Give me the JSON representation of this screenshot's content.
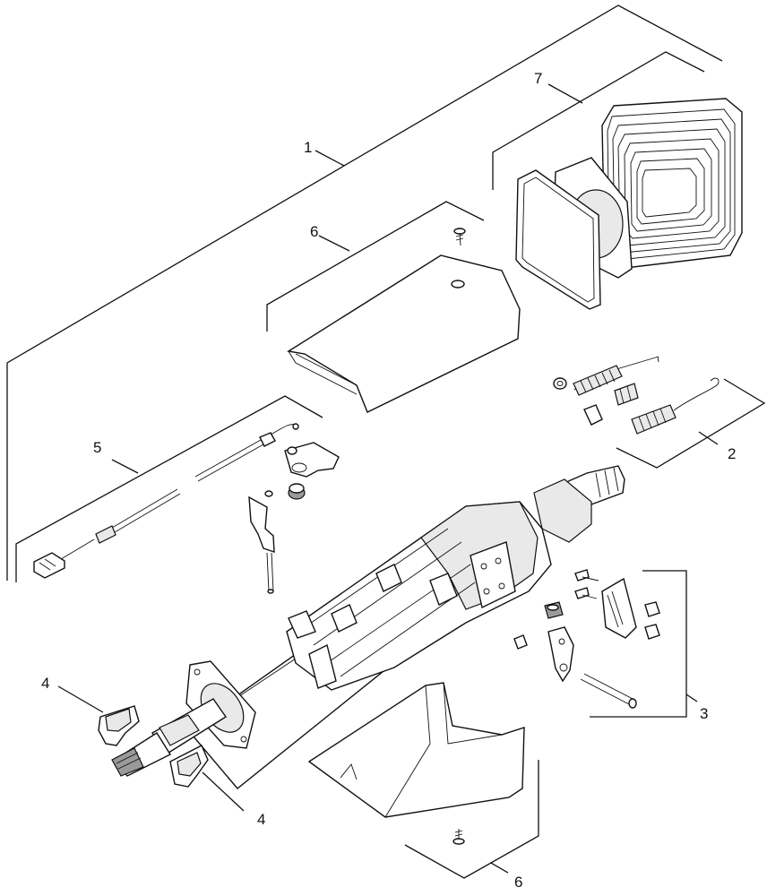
{
  "callouts": {
    "c1": "1",
    "c2": "2",
    "c3": "3",
    "c4_top": "4",
    "c4_bottom": "4",
    "c5": "5",
    "c6_top": "6",
    "c6_bottom": "6",
    "c7": "7"
  }
}
